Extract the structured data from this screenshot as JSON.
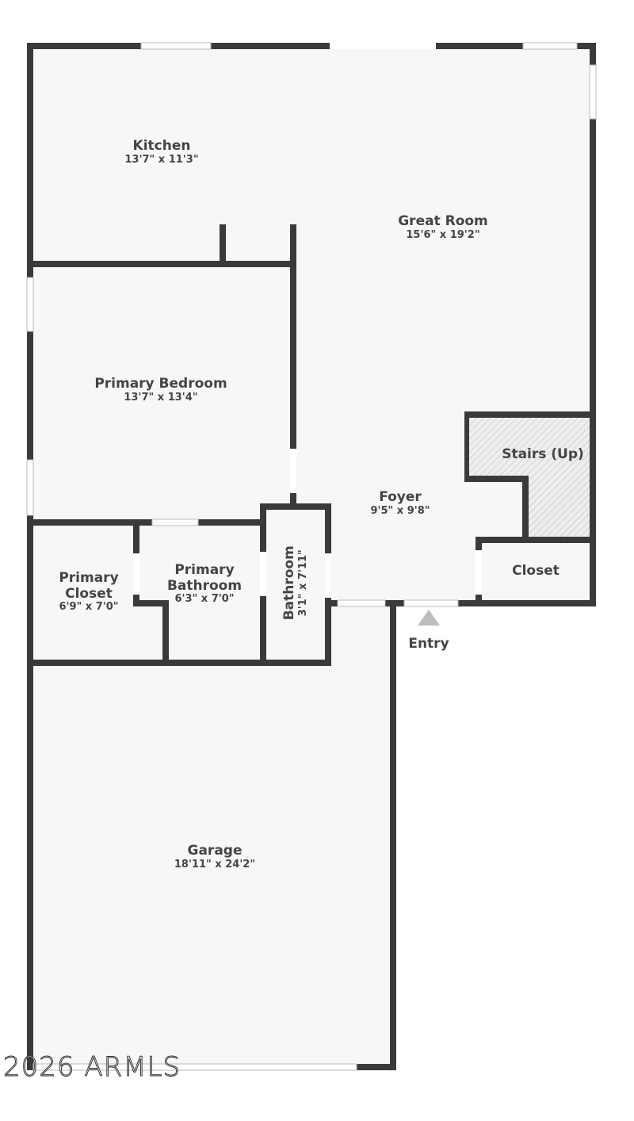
{
  "rooms": [
    {
      "name": "Kitchen",
      "dims": "13'7\" x 11'3\""
    },
    {
      "name": "Great Room",
      "dims": "15'6\" x 19'2\""
    },
    {
      "name": "Primary Bedroom",
      "dims": "13'7\" x 13'4\""
    },
    {
      "name": "Stairs (Up)",
      "dims": ""
    },
    {
      "name": "Foyer",
      "dims": "9'5\" x 9'8\""
    },
    {
      "name": "Closet",
      "dims": ""
    },
    {
      "name": "Primary Closet",
      "dims": "6'9\" x 7'0\""
    },
    {
      "name": "Primary Bathroom",
      "dims": "6'3\" x 7'0\""
    },
    {
      "name": "Bathroom",
      "dims": "3'1\" x 7'11\""
    },
    {
      "name": "Garage",
      "dims": "18'11\" x 24'2\""
    }
  ],
  "entry": {
    "label": "Entry",
    "icon": "entry-arrow-icon"
  },
  "watermark": "2026 ARMLS",
  "colors": {
    "wall": "#3a3a3a",
    "floor": "#f7f7f7",
    "entry_marker": "#bdbdbd"
  }
}
